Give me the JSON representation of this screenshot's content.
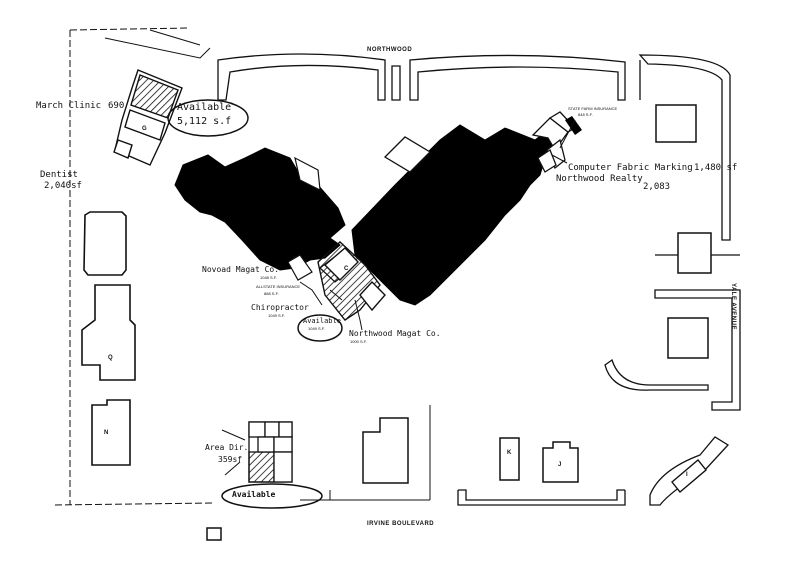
{
  "streets": {
    "north": "NORTHWOOD",
    "south": "IRVINE BOULEVARD",
    "east": "YALE AVENUE"
  },
  "callouts": {
    "available_top": {
      "line1": "Available",
      "line2": "5,112 s.f"
    },
    "available_center": {
      "line1": "Available",
      "line2": "1049 S.F."
    },
    "available_bottom": {
      "line1": "Available"
    }
  },
  "tenants": {
    "march_clinic": {
      "name": "March Clinic",
      "area": "690"
    },
    "dentist": {
      "name": "Dentist",
      "area": "2,040sf"
    },
    "computer_fabric": {
      "name": "Computer Fabric Marking",
      "area": "1,480 sf"
    },
    "northwood_realty": {
      "name": "Northwood Realty",
      "area": "2,083"
    },
    "state_farm": {
      "name": "STATE FARM INSURANCE",
      "area": "848 S.F."
    },
    "novoad_magat": {
      "name": "Novoad Magat Co.",
      "area": "1048 S.F."
    },
    "allstate": {
      "name": "ALLSTATE INSURANCE",
      "area": "888 S.F."
    },
    "chiropractor": {
      "name": "Chiropractor",
      "area": "1049 S.F."
    },
    "northwood_magat": {
      "name": "Northwood Magat Co.",
      "area": "1000 S.F."
    },
    "area_dir": {
      "name": "Area Dir.",
      "area": "359sf"
    }
  },
  "building_letters": {
    "g": "G",
    "center": "C",
    "west_q": "Q",
    "west_n": "N",
    "south_k": "K",
    "south_j": "J",
    "east_i": "I"
  },
  "legend_colors": {
    "ink": "#111111",
    "anchor_fill": "#000000",
    "paper": "#ffffff"
  }
}
